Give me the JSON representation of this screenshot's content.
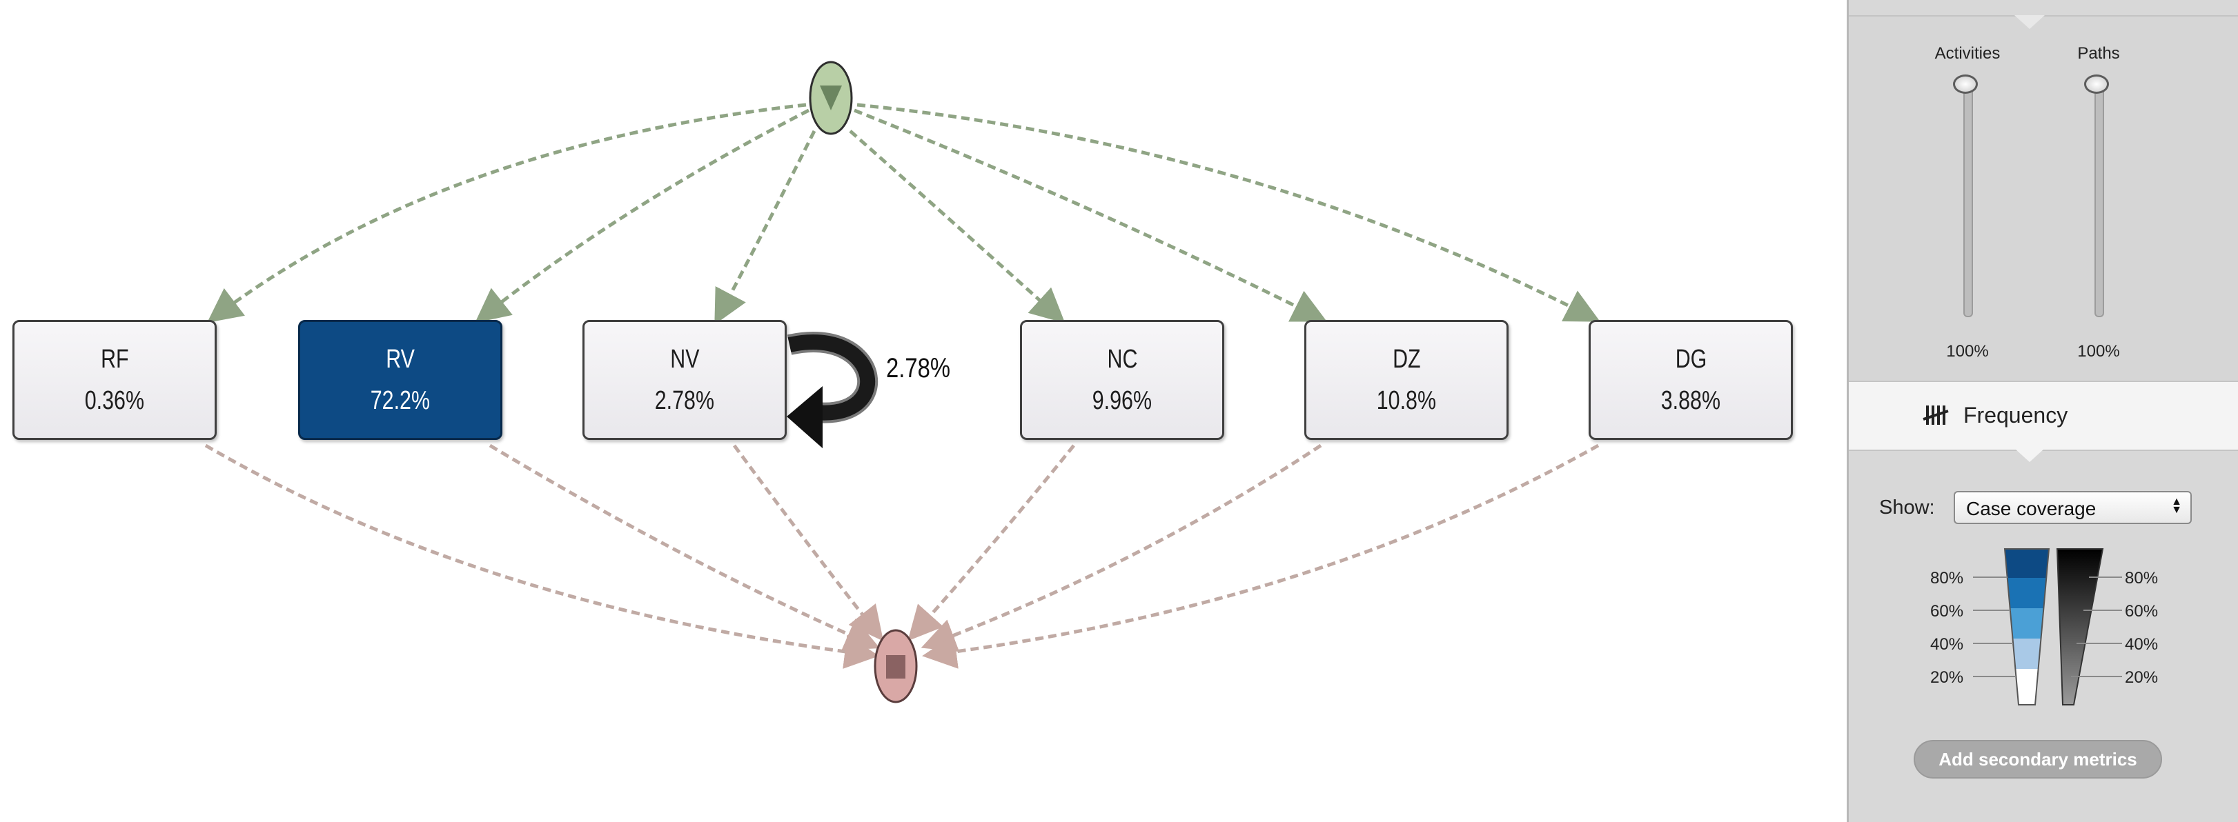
{
  "map": {
    "start_node": {
      "name": "start",
      "icon": "triangle-down-icon"
    },
    "end_node": {
      "name": "end",
      "icon": "square-stop-icon"
    },
    "activities": [
      {
        "name": "RF",
        "value": "0.36%",
        "selected": false
      },
      {
        "name": "RV",
        "value": "72.2%",
        "selected": true
      },
      {
        "name": "NV",
        "value": "2.78%",
        "selected": false
      },
      {
        "name": "NC",
        "value": "9.96%",
        "selected": false
      },
      {
        "name": "DZ",
        "value": "10.8%",
        "selected": false
      },
      {
        "name": "DG",
        "value": "3.88%",
        "selected": false
      }
    ],
    "self_loop": {
      "activity": "NV",
      "label": "2.78%"
    },
    "colors": {
      "selected_fill": "#0d4a84",
      "incoming_edge": "#8fa484",
      "outgoing_edge": "#b9a8a3",
      "start": "#b8cfa6",
      "end": "#d9a8a6"
    }
  },
  "panel": {
    "sliders": [
      {
        "label": "Activities",
        "value": "100%",
        "level": 1.0
      },
      {
        "label": "Paths",
        "value": "100%",
        "level": 1.0
      }
    ],
    "frequency": {
      "title": "Frequency",
      "icon": "tally-marks-icon"
    },
    "show": {
      "label": "Show:",
      "selected": "Case coverage"
    },
    "legend": {
      "left_scale": [
        "80%",
        "60%",
        "40%",
        "20%"
      ],
      "right_scale": [
        "80%",
        "60%",
        "40%",
        "20%"
      ],
      "colors": [
        "#0d4a84",
        "#1a72b4",
        "#4ba0d6",
        "#a9c9e7",
        "#ffffff"
      ]
    },
    "add_button": "Add secondary metrics"
  }
}
